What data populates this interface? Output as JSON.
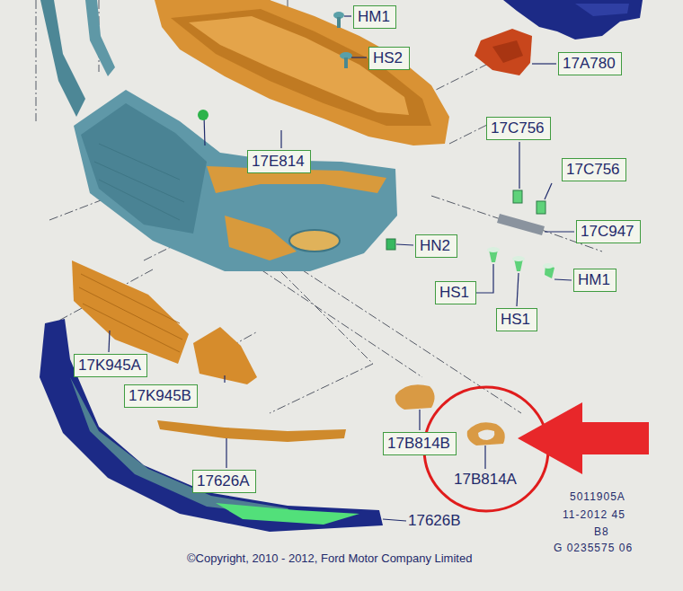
{
  "diagram": {
    "nodes": [
      {
        "text": [
          "HM1"
        ]
      },
      {
        "text": [
          "HS2"
        ]
      },
      {
        "text": [
          "17A780"
        ]
      },
      {
        "text": [
          "17C756"
        ]
      },
      {
        "text": [
          "17E814"
        ]
      },
      {
        "text": [
          "17C756"
        ]
      },
      {
        "text": [
          "17C947"
        ]
      },
      {
        "text": [
          "HN2"
        ]
      },
      {
        "text": [
          "HM1"
        ]
      },
      {
        "text": [
          "HS1"
        ]
      },
      {
        "text": [
          "HS1"
        ]
      },
      {
        "text": [
          "17K945A"
        ]
      },
      {
        "text": [
          "17K945B"
        ]
      },
      {
        "text": [
          "17B814B"
        ]
      },
      {
        "text": [
          "17626A"
        ]
      }
    ],
    "labels": [
      "17B814A",
      "5011905A",
      "11-2012 45",
      "17626B",
      "B8",
      "G 0235575 06",
      "©Copyright, 2010 - 2012, Ford Motor Company Limited"
    ]
  }
}
